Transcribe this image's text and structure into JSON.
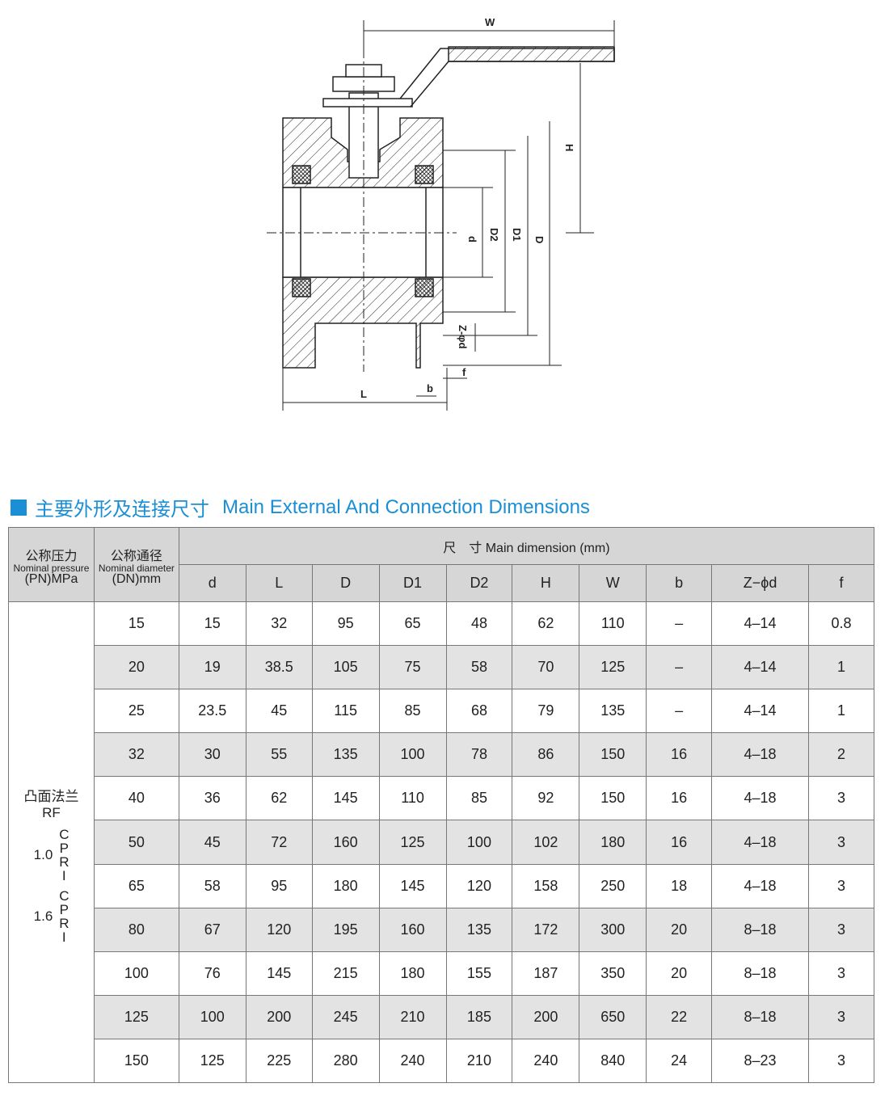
{
  "drawing": {
    "labels": {
      "W": "W",
      "H": "H",
      "d": "d",
      "D2": "D2",
      "D1": "D1",
      "D": "D",
      "Zd": "Z-φd",
      "f": "f",
      "b": "b",
      "L": "L"
    }
  },
  "section_title": {
    "cn": "主要外形及连接尺寸",
    "en": "Main External And Connection Dimensions"
  },
  "table": {
    "col_pressure": {
      "cn": "公称压力",
      "en": "Nominal pressure",
      "unit": "(PN)MPa"
    },
    "col_diameter": {
      "cn": "公称通径",
      "en": "Nominal diameter",
      "unit": "(DN)mm"
    },
    "group_header": "尺　寸  Main dimension  (mm)",
    "columns": [
      "d",
      "L",
      "D",
      "D1",
      "D2",
      "H",
      "W",
      "b",
      "Z−ϕd",
      "f"
    ],
    "flange": {
      "cn": "凸面法兰",
      "en": "RF"
    },
    "pressures": [
      {
        "value": "1.0",
        "unit": [
          "C",
          "P",
          "R",
          "I"
        ]
      },
      {
        "value": "1.6",
        "unit": [
          "C",
          "P",
          "R",
          "I"
        ]
      }
    ],
    "rows": [
      {
        "dn": "15",
        "vals": [
          "15",
          "32",
          "95",
          "65",
          "48",
          "62",
          "110",
          "–",
          "4–14",
          "0.8"
        ]
      },
      {
        "dn": "20",
        "vals": [
          "19",
          "38.5",
          "105",
          "75",
          "58",
          "70",
          "125",
          "–",
          "4–14",
          "1"
        ]
      },
      {
        "dn": "25",
        "vals": [
          "23.5",
          "45",
          "115",
          "85",
          "68",
          "79",
          "135",
          "–",
          "4–14",
          "1"
        ]
      },
      {
        "dn": "32",
        "vals": [
          "30",
          "55",
          "135",
          "100",
          "78",
          "86",
          "150",
          "16",
          "4–18",
          "2"
        ]
      },
      {
        "dn": "40",
        "vals": [
          "36",
          "62",
          "145",
          "110",
          "85",
          "92",
          "150",
          "16",
          "4–18",
          "3"
        ]
      },
      {
        "dn": "50",
        "vals": [
          "45",
          "72",
          "160",
          "125",
          "100",
          "102",
          "180",
          "16",
          "4–18",
          "3"
        ]
      },
      {
        "dn": "65",
        "vals": [
          "58",
          "95",
          "180",
          "145",
          "120",
          "158",
          "250",
          "18",
          "4–18",
          "3"
        ]
      },
      {
        "dn": "80",
        "vals": [
          "67",
          "120",
          "195",
          "160",
          "135",
          "172",
          "300",
          "20",
          "8–18",
          "3"
        ]
      },
      {
        "dn": "100",
        "vals": [
          "76",
          "145",
          "215",
          "180",
          "155",
          "187",
          "350",
          "20",
          "8–18",
          "3"
        ]
      },
      {
        "dn": "125",
        "vals": [
          "100",
          "200",
          "245",
          "210",
          "185",
          "200",
          "650",
          "22",
          "8–18",
          "3"
        ]
      },
      {
        "dn": "150",
        "vals": [
          "125",
          "225",
          "280",
          "240",
          "210",
          "240",
          "840",
          "24",
          "8–23",
          "3"
        ]
      }
    ]
  }
}
